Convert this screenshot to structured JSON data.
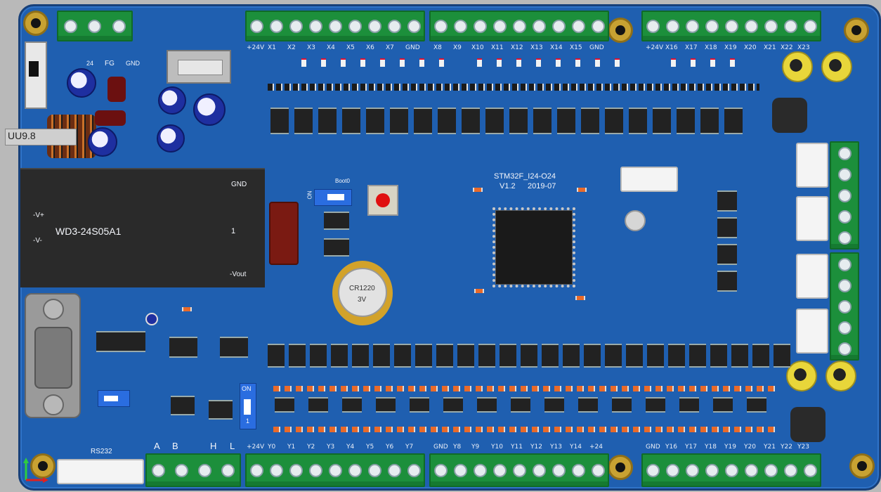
{
  "board": {
    "title": "STM32F_I24-O24",
    "version": "V1.2",
    "date": "2019-07",
    "dcdc_label": "WD3-24S05A1",
    "dcdc_pins": {
      "gnd": "GND",
      "plus": "1",
      "vin_plus": "-V+",
      "vin_minus": "-V-",
      "vout": "-Vout"
    },
    "inductor_label": "UU9.8",
    "battery_label": "CR1220",
    "battery_voltage": "3V",
    "power_labels": {
      "fg": "FG",
      "gnd": "GND",
      "v24": "24"
    },
    "switch_on": "ON",
    "boot_label": "Boot0",
    "rs_label": "RS232",
    "bottom_abhl": [
      "A",
      "B",
      "H",
      "L"
    ],
    "dip_digit": "1"
  },
  "top_inputs": [
    "+24V",
    "X1",
    "X2",
    "X3",
    "X4",
    "X5",
    "X6",
    "X7",
    "GND",
    "X8",
    "X9",
    "X10",
    "X11",
    "X12",
    "X13",
    "X14",
    "X15",
    "GND",
    "+24V",
    "X16",
    "X17",
    "X18",
    "X19",
    "X20",
    "X21",
    "X22",
    "X23"
  ],
  "bottom_outputs": [
    "+24V",
    "Y0",
    "Y1",
    "Y2",
    "Y3",
    "Y4",
    "Y5",
    "Y6",
    "Y7",
    "GND",
    "Y8",
    "Y9",
    "Y10",
    "Y11",
    "Y12",
    "Y13",
    "Y14",
    "+24",
    "GND",
    "Y16",
    "Y17",
    "Y18",
    "Y19",
    "Y20",
    "Y21",
    "Y22",
    "Y23"
  ],
  "colors": {
    "pcb": "#1f5fb0",
    "terminal": "#1c8f3b",
    "mounting_hole": "#c8a232",
    "silkscreen": "#f4f6fb"
  }
}
